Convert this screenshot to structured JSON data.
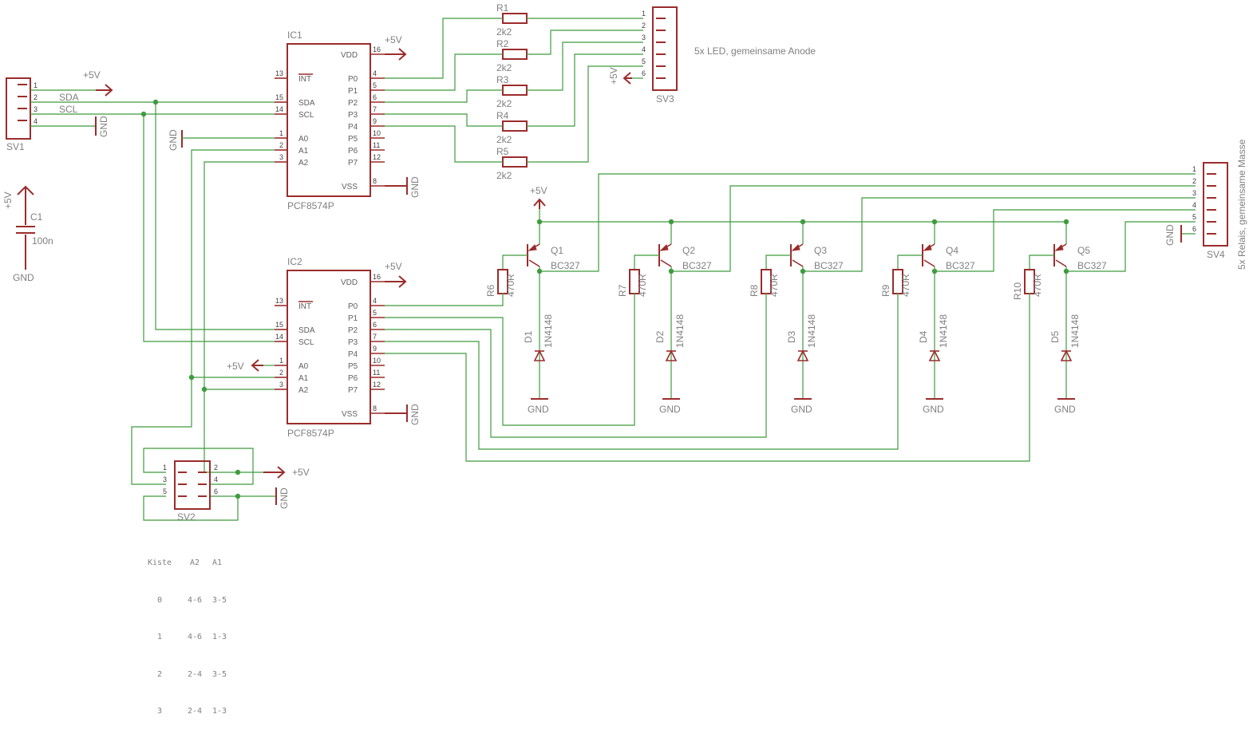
{
  "labels": {
    "plus5v": "+5V",
    "gnd": "GND",
    "sda": "SDA",
    "scl": "SCL",
    "led_note": "5x LED, gemeinsame Anode",
    "relais_note": "5x Relais, gemeinsame Masse"
  },
  "sv1": {
    "name": "SV1",
    "pins": [
      "1",
      "2",
      "3",
      "4"
    ]
  },
  "sv2": {
    "name": "SV2",
    "pins": [
      "1",
      "2",
      "3",
      "4",
      "5",
      "6"
    ]
  },
  "sv3": {
    "name": "SV3",
    "pins": [
      "1",
      "2",
      "3",
      "4",
      "5",
      "6"
    ]
  },
  "sv4": {
    "name": "SV4",
    "pins": [
      "1",
      "2",
      "3",
      "4",
      "5",
      "6"
    ]
  },
  "c1": {
    "name": "C1",
    "value": "100n"
  },
  "ics": [
    {
      "name": "IC1",
      "part": "PCF8574P"
    },
    {
      "name": "IC2",
      "part": "PCF8574P"
    }
  ],
  "ic_pins_left": [
    {
      "num": "13",
      "name": "INT"
    },
    {
      "num": "15",
      "name": "SDA"
    },
    {
      "num": "14",
      "name": "SCL"
    },
    {
      "num": "1",
      "name": "A0"
    },
    {
      "num": "2",
      "name": "A1"
    },
    {
      "num": "3",
      "name": "A2"
    }
  ],
  "ic_pins_right": [
    {
      "num": "16",
      "name": "VDD"
    },
    {
      "num": "4",
      "name": "P0"
    },
    {
      "num": "5",
      "name": "P1"
    },
    {
      "num": "6",
      "name": "P2"
    },
    {
      "num": "7",
      "name": "P3"
    },
    {
      "num": "9",
      "name": "P4"
    },
    {
      "num": "10",
      "name": "P5"
    },
    {
      "num": "11",
      "name": "P6"
    },
    {
      "num": "12",
      "name": "P7"
    },
    {
      "num": "8",
      "name": "VSS"
    }
  ],
  "led_resistors": [
    {
      "name": "R1",
      "value": "2k2"
    },
    {
      "name": "R2",
      "value": "2k2"
    },
    {
      "name": "R3",
      "value": "2k2"
    },
    {
      "name": "R4",
      "value": "2k2"
    },
    {
      "name": "R5",
      "value": "2k2"
    }
  ],
  "stages": [
    {
      "q": "Q1",
      "type": "BC327",
      "r": "R6",
      "rv": "470R",
      "d": "D1",
      "dv": "1N4148"
    },
    {
      "q": "Q2",
      "type": "BC327",
      "r": "R7",
      "rv": "470R",
      "d": "D2",
      "dv": "1N4148"
    },
    {
      "q": "Q3",
      "type": "BC327",
      "r": "R8",
      "rv": "470R",
      "d": "D3",
      "dv": "1N4148"
    },
    {
      "q": "Q4",
      "type": "BC327",
      "r": "R9",
      "rv": "470R",
      "d": "D4",
      "dv": "1N4148"
    },
    {
      "q": "Q5",
      "type": "BC327",
      "r": "R10",
      "rv": "470R",
      "d": "D5",
      "dv": "1N4148"
    }
  ],
  "kiste_table": {
    "header": [
      "Kiste",
      "A2",
      "A1"
    ],
    "rows": [
      [
        "0",
        "4-6",
        "3-5"
      ],
      [
        "1",
        "4-6",
        "1-3"
      ],
      [
        "2",
        "2-4",
        "3-5"
      ],
      [
        "3",
        "2-4",
        "1-3"
      ]
    ]
  }
}
